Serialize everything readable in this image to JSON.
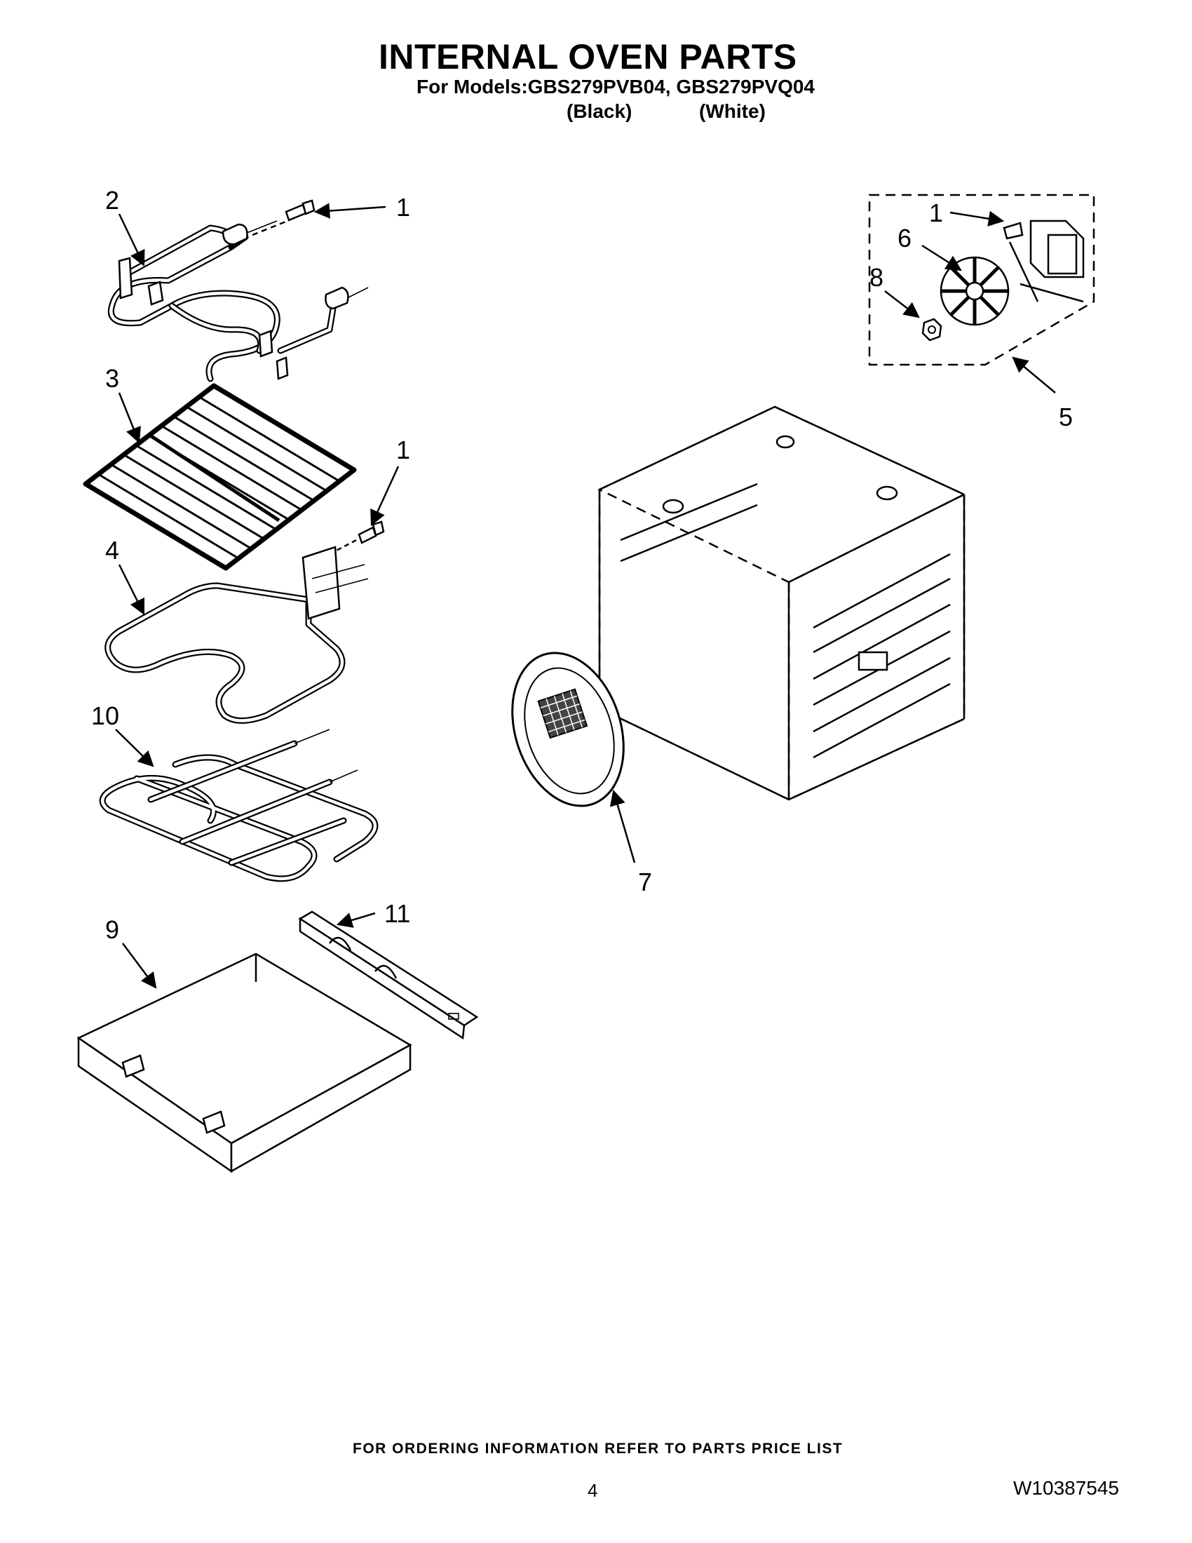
{
  "header": {
    "title": "INTERNAL OVEN PARTS",
    "models": "For Models:GBS279PVB04, GBS279PVQ04",
    "color_black": "(Black)",
    "color_white": "(White)"
  },
  "footer": {
    "order_note": "FOR ORDERING INFORMATION REFER TO PARTS PRICE LIST",
    "page_number": "4",
    "document_number": "W10387545"
  },
  "callouts": [
    "2",
    "1",
    "3",
    "1",
    "4",
    "10",
    "9",
    "11",
    "1",
    "6",
    "8",
    "5",
    "7"
  ]
}
